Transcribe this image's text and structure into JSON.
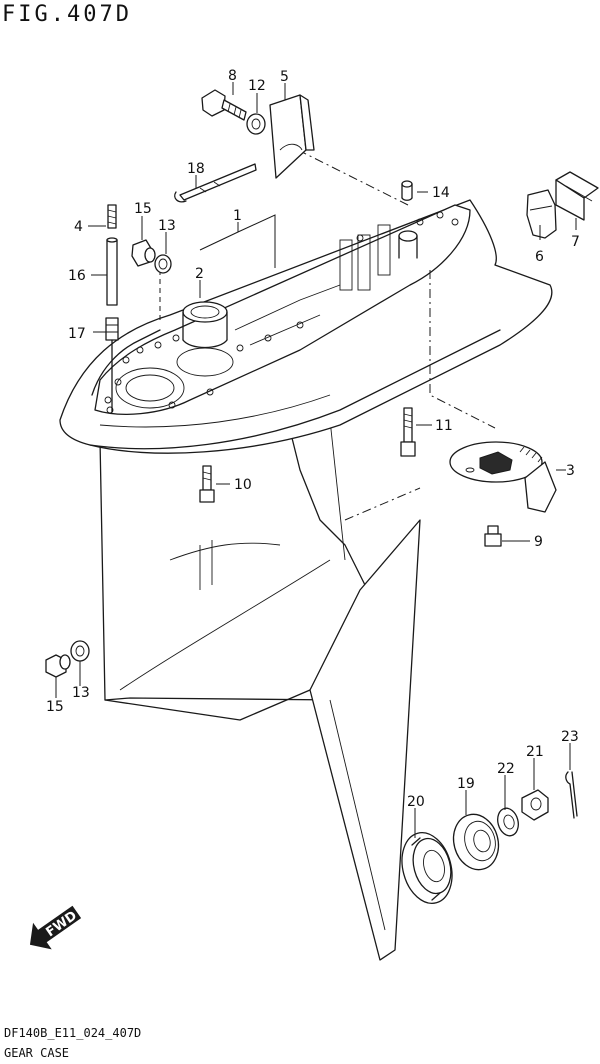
{
  "figure": {
    "title": "FIG.407D"
  },
  "footer": {
    "code": "DF140B_E11_024_407D",
    "name": "GEAR CASE"
  },
  "fwd_arrow": {
    "label": "FWD"
  },
  "callouts": [
    "8",
    "12",
    "5",
    "18",
    "14",
    "4",
    "15",
    "13",
    "1",
    "6",
    "7",
    "16",
    "2",
    "17",
    "11",
    "3",
    "10",
    "9",
    "13",
    "15",
    "23",
    "21",
    "22",
    "20",
    "19"
  ]
}
